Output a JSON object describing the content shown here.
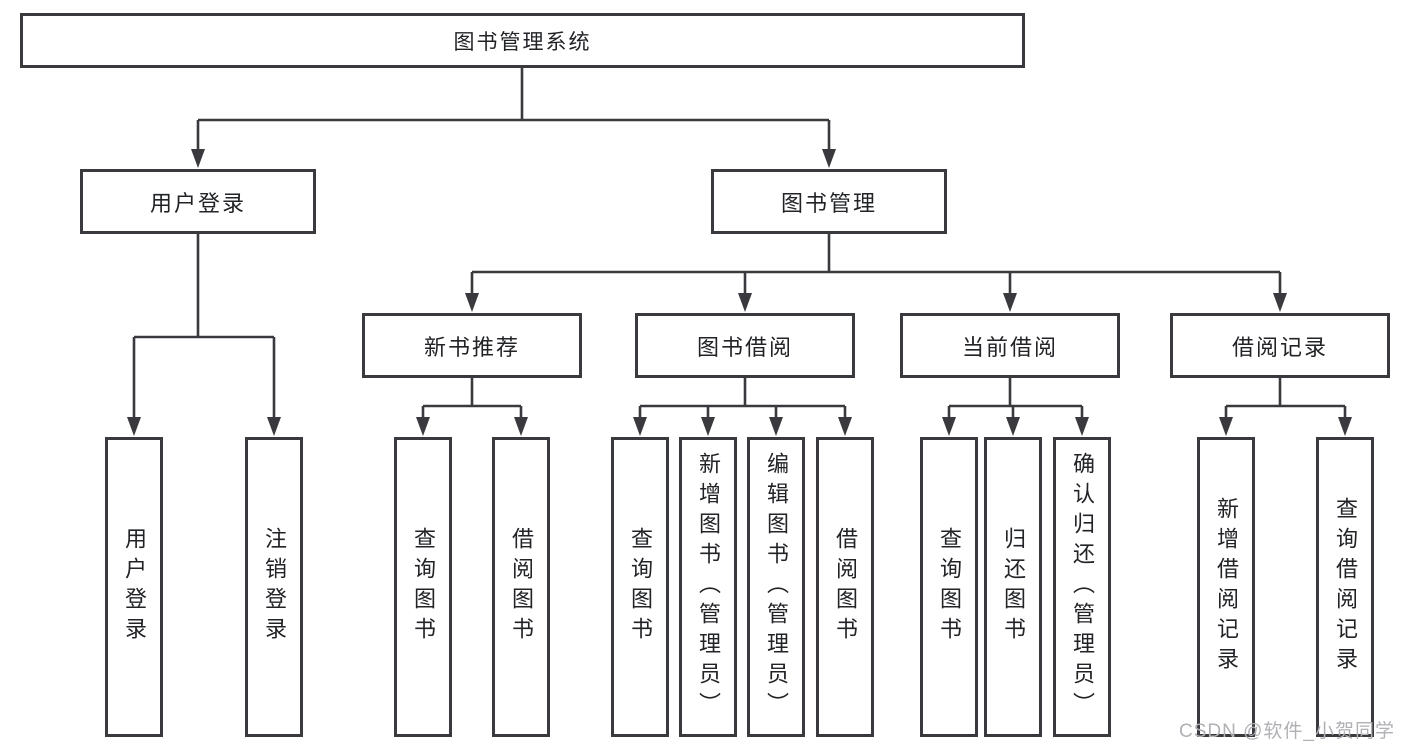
{
  "tree": {
    "label": "图书管理系统",
    "children": [
      {
        "label": "用户登录",
        "children": [
          {
            "label": "用户登录"
          },
          {
            "label": "注销登录"
          }
        ]
      },
      {
        "label": "图书管理",
        "children": [
          {
            "label": "新书推荐",
            "children": [
              {
                "label": "查询图书"
              },
              {
                "label": "借阅图书"
              }
            ]
          },
          {
            "label": "图书借阅",
            "children": [
              {
                "label": "查询图书"
              },
              {
                "label": "新增图书（管理员）"
              },
              {
                "label": "编辑图书（管理员）"
              },
              {
                "label": "借阅图书"
              }
            ]
          },
          {
            "label": "当前借阅",
            "children": [
              {
                "label": "查询图书"
              },
              {
                "label": "归还图书"
              },
              {
                "label": "确认归还（管理员）"
              }
            ]
          },
          {
            "label": "借阅记录",
            "children": [
              {
                "label": "新增借阅记录"
              },
              {
                "label": "查询借阅记录"
              }
            ]
          }
        ]
      }
    ]
  },
  "watermark": {
    "text": "CSDN @软件_小贺同学"
  },
  "colors": {
    "line": "#3a3a3e",
    "box_border": "#3a3a3e",
    "box_fill": "#ffffff",
    "text": "#222327",
    "watermark": "#b1b0b5",
    "background": "#ffffff"
  }
}
